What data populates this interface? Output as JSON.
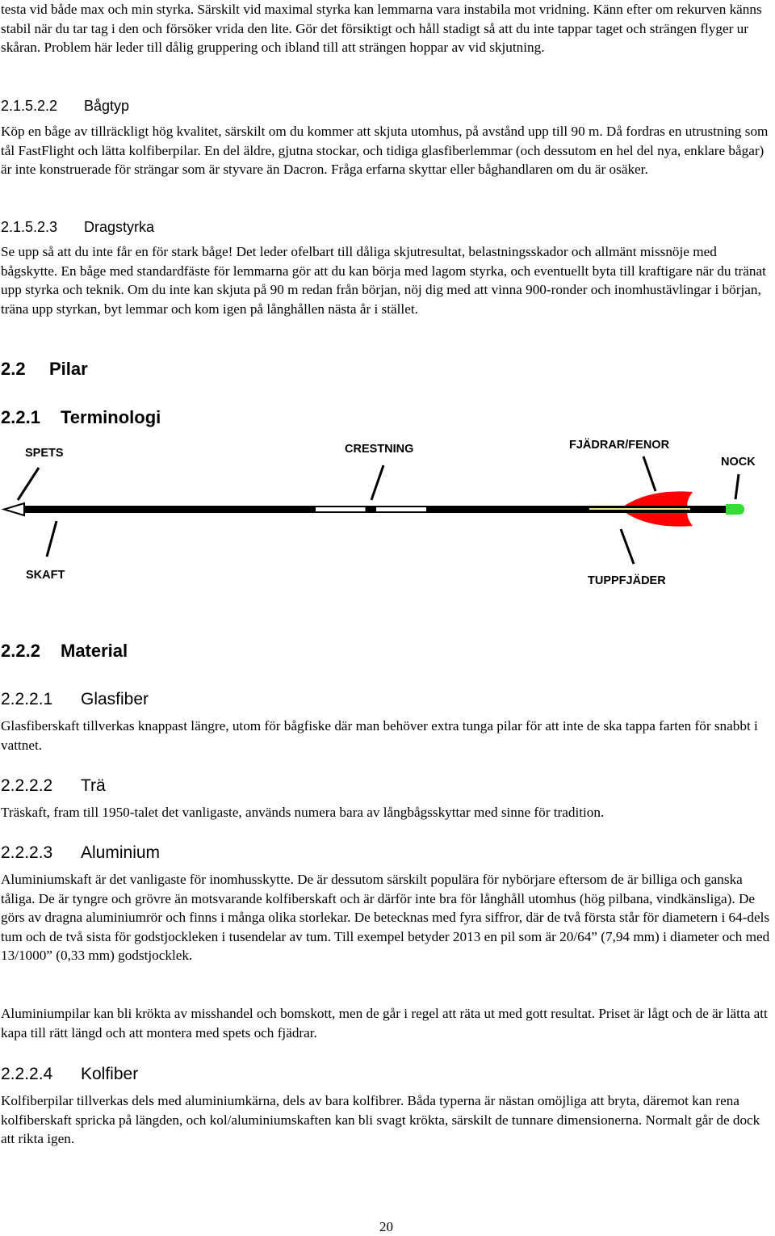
{
  "paragraphs": {
    "intro": "testa vid både max och min styrka. Särskilt vid maximal styrka kan lemmarna vara instabila mot vridning. Känn efter om rekurven känns stabil när du tar tag i den och försöker vrida den lite. Gör det försiktigt och håll stadigt så att du inte tappar taget och strängen flyger ur skåran. Problem här leder till dålig gruppering och ibland till att strängen hoppar av vid skjutning.",
    "bagtyp": "Köp en båge av tillräckligt hög kvalitet, särskilt om du kommer att skjuta utomhus, på avstånd upp till 90 m. Då fordras en utrustning som tål FastFlight och lätta kolfiberpilar. En del äldre, gjutna stockar, och tidiga glasfiberlemmar (och dessutom en hel del nya, enklare bågar) är inte konstruerade för strängar som är styvare än Dacron. Fråga erfarna skyttar eller båghandlaren om du är osäker.",
    "dragstyrka": "Se upp så att du inte får en för stark båge! Det leder ofelbart till dåliga skjutresultat, belastningsskador och allmänt missnöje med bågskytte. En båge med standardfäste för lemmarna gör att du kan börja med lagom styrka, och eventuellt byta till kraftigare när du tränat upp styrka och teknik. Om du inte kan skjuta på 90 m redan från början, nöj dig med att vinna 900-ronder och inomhustävlingar i början, träna upp styrkan, byt lemmar och kom igen på långhållen nästa år i stället.",
    "glasfiber": "Glasfiberskaft tillverkas knappast längre, utom för bågfiske där man behöver extra tunga pilar för att inte de ska tappa farten för snabbt i vattnet.",
    "tra": "Träskaft, fram till 1950-talet det vanligaste, används numera bara av långbågsskyttar med sinne för tradition.",
    "aluminium1": "Aluminiumskaft är det vanligaste för inomhusskytte. De är dessutom särskilt populära för nybörjare eftersom de är billiga och ganska tåliga. De är tyngre och grövre än motsvarande kolfiberskaft och är därför inte bra för långhåll utomhus (hög pilbana, vindkänsliga). De görs av dragna aluminiumrör och finns i många olika storlekar. De betecknas med fyra siffror, där de två första står för diametern i 64-dels tum och de två sista för godstjockleken i tusendelar av tum. Till exempel betyder 2013 en pil som är 20/64” (7,94 mm) i diameter och med 13/1000” (0,33 mm) godstjocklek.",
    "aluminium2": "Aluminiumpilar kan bli krökta av misshandel och bomskott, men de går i regel att räta ut med gott resultat. Priset är lågt och de är lätta att kapa till rätt längd och att montera med spets och fjädrar.",
    "kolfiber": "Kolfiberpilar tillverkas dels med aluminiumkärna, dels av bara kolfibrer. Båda typerna är nästan omöjliga att bryta, däremot kan rena kolfiberskaft spricka på längden, och kol/aluminiumskaften kan bli svagt krökta, särskilt de tunnare dimensionerna. Normalt går de dock att rikta igen."
  },
  "headings": {
    "bagtyp": {
      "num": "2.1.5.2.2",
      "text": "Bågtyp"
    },
    "dragstyrka": {
      "num": "2.1.5.2.3",
      "text": "Dragstyrka"
    },
    "pilar": {
      "num": "2.2",
      "text": "Pilar"
    },
    "terminologi": {
      "num": "2.2.1",
      "text": "Terminologi"
    },
    "material": {
      "num": "2.2.2",
      "text": "Material"
    },
    "glasfiber": {
      "num": "2.2.2.1",
      "text": "Glasfiber"
    },
    "tra": {
      "num": "2.2.2.2",
      "text": "Trä"
    },
    "aluminium": {
      "num": "2.2.2.3",
      "text": "Aluminium"
    },
    "kolfiber": {
      "num": "2.2.2.4",
      "text": "Kolfiber"
    }
  },
  "diagram": {
    "labels": {
      "spets": "SPETS",
      "crestning": "CRESTNING",
      "fjadrar": "FJÄDRAR/FENOR",
      "nock": "NOCK",
      "skaft": "SKAFT",
      "tuppfjader": "TUPPFJÄDER"
    },
    "colors": {
      "shaft": "#000000",
      "crest": "#ffffff",
      "fletching": "#ff0000",
      "nock": "#33dd33",
      "point": "#ffffff"
    }
  },
  "page_number": "20"
}
